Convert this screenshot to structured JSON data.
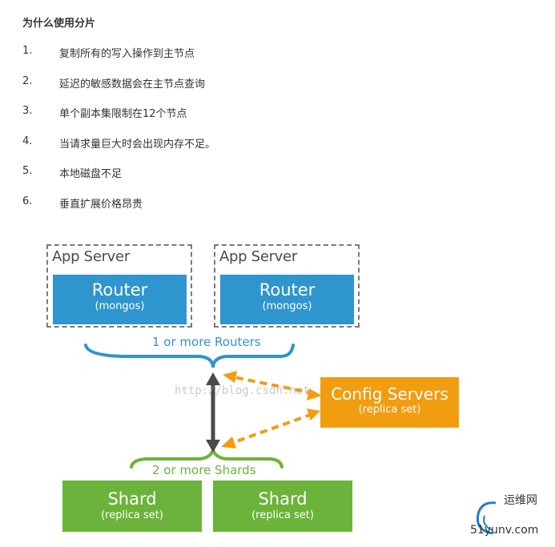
{
  "heading": "为什么使用分片",
  "reasons": [
    {
      "num": "1.",
      "text": "复制所有的写入操作到主节点"
    },
    {
      "num": "2.",
      "text": "延迟的敏感数据会在主节点查询"
    },
    {
      "num": "3.",
      "text": "单个副本集限制在12个节点"
    },
    {
      "num": "4.",
      "text": "当请求量巨大时会出现内存不足。"
    },
    {
      "num": "5.",
      "text": "本地磁盘不足"
    },
    {
      "num": "6.",
      "text": "垂直扩展价格昂贵"
    }
  ],
  "diagram": {
    "app_server_label": "App Server",
    "router_title": "Router",
    "router_sub": "(mongos)",
    "routers_caption": "1 or more Routers",
    "config_title": "Config Servers",
    "config_sub": "(replica set)",
    "shards_caption": "2 or more Shards",
    "shard_title": "Shard",
    "shard_sub": "(replica set)",
    "watermark": "http://blog.csdn.net",
    "colors": {
      "router": "#2e95cf",
      "config": "#f29c10",
      "shard": "#6bb33a",
      "arrow": "#4a4a4a"
    }
  },
  "logo": {
    "cn": "运维网",
    "en": "51yunv.com"
  }
}
